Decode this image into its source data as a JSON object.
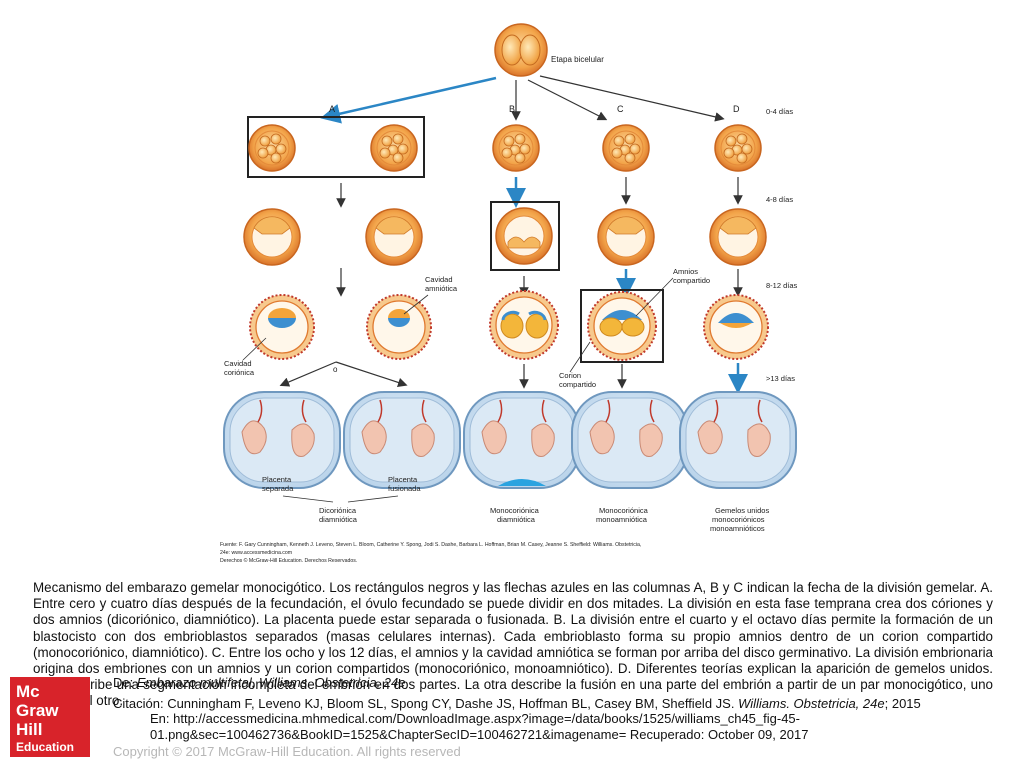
{
  "figure": {
    "stage_label": "Etapa bicelular",
    "columns": [
      "A",
      "B",
      "C",
      "D"
    ],
    "times": [
      "0-4 días",
      "4-8 días",
      "8-12 días",
      ">13 días"
    ],
    "annotations": {
      "cavidad_amniotica": [
        "Cavidad",
        "amniótica"
      ],
      "cavidad_corionica": [
        "Cavidad",
        "coriónica"
      ],
      "amnios_compartido": [
        "Amnios",
        "compartido"
      ],
      "corion_compartido": [
        "Corion",
        "compartido"
      ],
      "o": "o",
      "placenta_separada": [
        "Placenta",
        "separada"
      ],
      "placenta_fusionada": [
        "Placenta",
        "fusionada"
      ]
    },
    "outcomes": {
      "a": [
        "Dicoriónica",
        "diamniótica"
      ],
      "b": [
        "Monocoriónica",
        "diamniótica"
      ],
      "c": [
        "Monocoriónica",
        "monoamniótica"
      ],
      "d": [
        "Gemelos unidos",
        "monocoriónicos",
        "monoamnióticos"
      ]
    },
    "source": [
      "Fuente: F. Gary Cunningham, Kenneth J. Leveno, Steven L. Bloom, Catherine Y. Spong, Jodi S. Dashe, Barbara L. Hoffman, Brian M. Casey, Jeanne S. Sheffield: Williams. Obstetricia,",
      "24e: www.accessmedicina.com",
      "Derechos © McGraw-Hill Education. Derechos Reservados."
    ]
  },
  "caption": "Mecanismo del embarazo gemelar monocigótico. Los rectángulos negros y las flechas azules en las columnas A, B y C indican la fecha de la división gemelar. A. Entre cero y cuatro días después de la fecundación, el óvulo fecundado se puede dividir en dos mitades. La división en esta fase temprana crea dos córiones y dos amnios (dicoriónico, diamniótico). La placenta puede estar separada o fusionada. B. La división entre el cuarto y el octavo días permite la formación de un blastocisto con dos embrioblastos separados (masas celulares internas). Cada embrioblasto forma su propio amnios dentro de un corion compartido (monocoriónico, diamniótico). C. Entre los ocho y los 12 días, el amnios y la cavidad amniótica se forman por arriba del disco germinativo. La división embrionaria origina dos embriones con un amnios y un corion compartidos (monocoriónico, monoamniótico). D. Diferentes teorías explican la aparición de gemelos unidos. Una describe una segmentación incompleta del embrión en dos partes. La otra describe la fusión en una parte del embrión a partir de un par monocigótico, uno dentro del otro.",
  "citation": {
    "from_prefix": "De: ",
    "from_title": "Embarazo multifetal, Williams. Obstetricia, 24e",
    "cite_prefix": "Citación: Cunningham F, Leveno KJ, Bloom SL, Spong CY, Dashe JS, Hoffman BL, Casey BM, Sheffield JS. ",
    "cite_title": "Williams. Obstetricia, 24e",
    "cite_suffix": "; 2015",
    "url_line1": "En: http://accessmedicina.mhmedical.com/DownloadImage.aspx?image=/data/books/1525/williams_ch45_fig-45-",
    "url_line2": "01.png&sec=100462736&BookID=1525&ChapterSecID=100462721&imagename= Recuperado: October 09, 2017"
  },
  "logo": {
    "lines": [
      "Mc",
      "Graw",
      "Hill",
      "Education"
    ]
  },
  "copyright": "Copyright © 2017 McGraw-Hill Education. All rights reserved",
  "colors": {
    "arrow_blue": "#2b86c5",
    "logo_red": "#d8232a",
    "cell_orange": "#f0a040",
    "amnion_blue": "#3d8fd0"
  }
}
